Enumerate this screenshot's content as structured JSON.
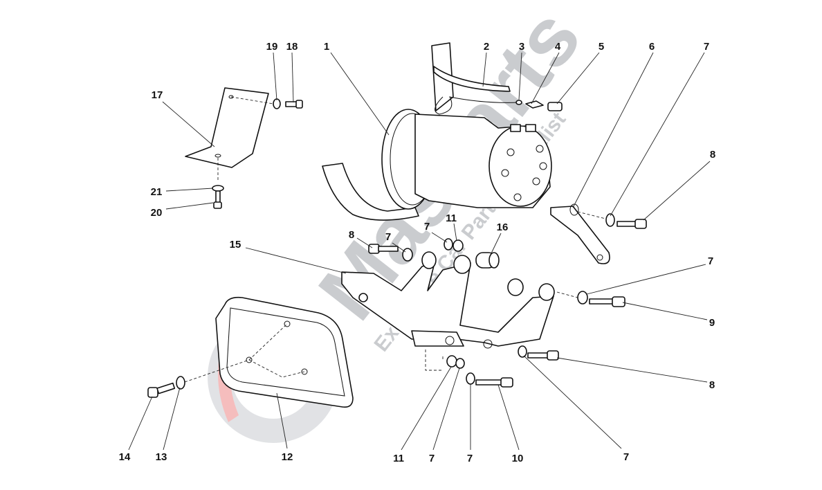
{
  "watermark": {
    "brand": "Masparts",
    "tagline": "Exclusive Car Parts Specialist"
  },
  "callouts": [
    "19",
    "18",
    "1",
    "2",
    "3",
    "4",
    "5",
    "6",
    "7",
    "17",
    "8",
    "21",
    "20",
    "8",
    "7",
    "7",
    "11",
    "16",
    "15",
    "7",
    "9",
    "8",
    "14",
    "13",
    "12",
    "11",
    "7",
    "7",
    "10",
    "7"
  ]
}
